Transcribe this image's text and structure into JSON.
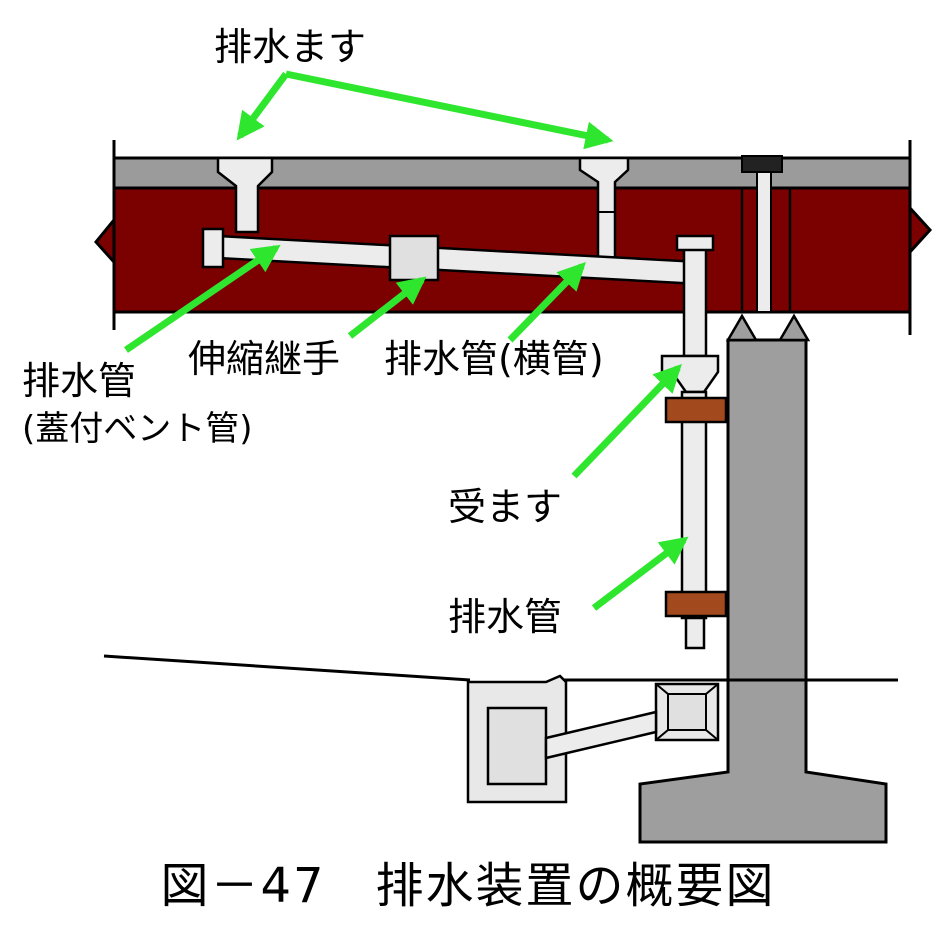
{
  "labels": {
    "drain_basin": "排水ます",
    "drain_pipe_vent": "排水管",
    "drain_pipe_vent_sub": "(蓋付ベント管)",
    "expansion_joint": "伸縮継手",
    "drain_pipe_horizontal": "排水管(横管)",
    "receiving_basin": "受ます",
    "drain_pipe_vertical": "排水管"
  },
  "caption": "図－47　排水装置の概要図",
  "colors": {
    "girder": "#7b0000",
    "deck": "#9b9b9b",
    "concrete": "#9e9e9e",
    "pipe": "#ececec",
    "bracket": "#a24a1e",
    "arrow": "#2fe62f",
    "outline": "#000000"
  },
  "icons": {
    "arrow": "green-arrow-icon"
  }
}
